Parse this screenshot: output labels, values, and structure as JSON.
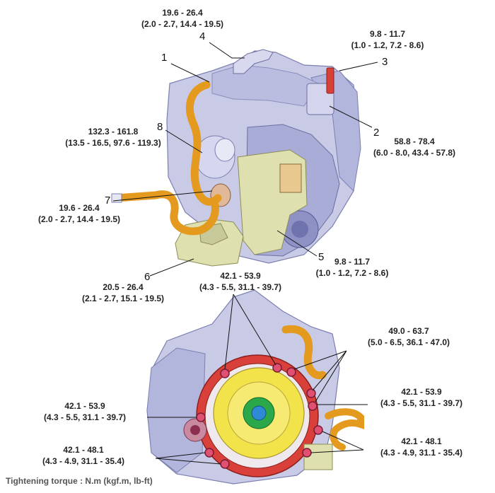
{
  "callouts": [
    {
      "id": "1",
      "number": "1"
    },
    {
      "id": "2",
      "number": "2"
    },
    {
      "id": "3",
      "number": "3"
    },
    {
      "id": "4",
      "number": "4"
    },
    {
      "id": "5",
      "number": "5"
    },
    {
      "id": "6",
      "number": "6"
    },
    {
      "id": "7",
      "number": "7"
    },
    {
      "id": "8",
      "number": "8"
    }
  ],
  "torques": {
    "t4": {
      "line1": "19.6 - 26.4",
      "line2": "(2.0 - 2.7, 14.4 - 19.5)"
    },
    "t3": {
      "line1": "9.8 - 11.7",
      "line2": "(1.0 - 1.2, 7.2 - 8.6)"
    },
    "t8": {
      "line1": "132.3 - 161.8",
      "line2": "(13.5 - 16.5, 97.6 - 119.3)"
    },
    "t2": {
      "line1": "58.8 - 78.4",
      "line2": "(6.0 - 8.0, 43.4 - 57.8)"
    },
    "t7": {
      "line1": "19.6 - 26.4",
      "line2": "(2.0 - 2.7, 14.4 - 19.5)"
    },
    "t5": {
      "line1": "9.8 - 11.7",
      "line2": "(1.0 - 1.2, 7.2 - 8.6)"
    },
    "t6": {
      "line1": "20.5 - 26.4",
      "line2": "(2.1 - 2.7, 15.1 - 19.5)"
    },
    "b_top": {
      "line1": "42.1 - 53.9",
      "line2": "(4.3 - 5.5, 31.1 - 39.7)"
    },
    "b_topright": {
      "line1": "49.0 - 63.7",
      "line2": "(5.0 - 6.5, 36.1 - 47.0)"
    },
    "b_right": {
      "line1": "42.1 - 53.9",
      "line2": "(4.3 - 5.5, 31.1 - 39.7)"
    },
    "b_left": {
      "line1": "42.1 - 53.9",
      "line2": "(4.3 - 5.5, 31.1 - 39.7)"
    },
    "b_bottomright": {
      "line1": "42.1 - 48.1",
      "line2": "(4.3 - 4.9, 31.1 - 35.4)"
    },
    "b_bottomleft": {
      "line1": "42.1 - 48.1",
      "line2": "(4.3 - 4.9, 31.1 - 35.4)"
    }
  },
  "footer": "Tightening torque : N.m (kgf.m, lb-ft)",
  "colors": {
    "housing": "#c9cbe6",
    "housing_dark": "#9ea2cf",
    "hose": "#e39a1f",
    "valve_body": "#dfe0b0",
    "flange": "#d9403a",
    "converter": "#f3e34a",
    "hub": "#2aa84a",
    "bolt": "#e05070"
  }
}
